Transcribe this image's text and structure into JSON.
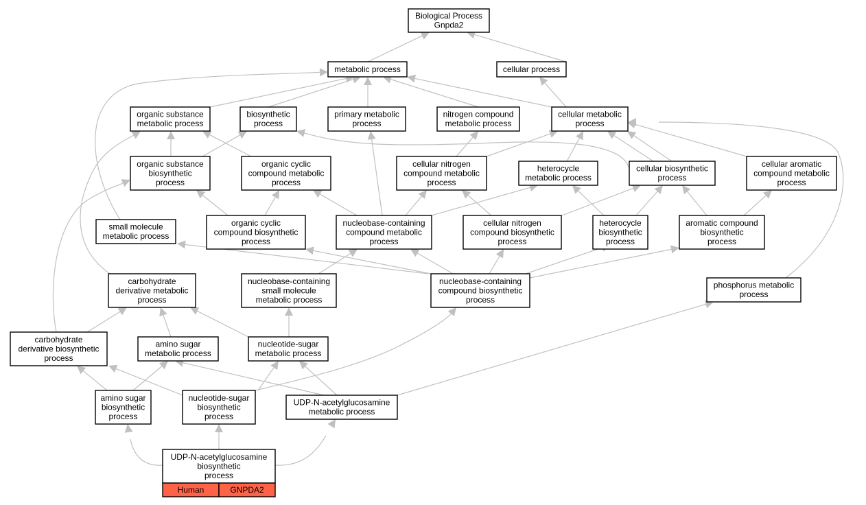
{
  "colors": {
    "edge": "#c0c0c0",
    "node_border": "#000000",
    "highlight": "#ff6347"
  },
  "nodes": {
    "root": [
      "Biological Process",
      "Gnpda2"
    ],
    "metabolic": [
      "metabolic process"
    ],
    "cellular": [
      "cellular process"
    ],
    "organic_substance_metabolic": [
      "organic substance",
      "metabolic process"
    ],
    "biosynthetic": [
      "biosynthetic",
      "process"
    ],
    "primary_metabolic": [
      "primary metabolic",
      "process"
    ],
    "nitrogen_compound_metabolic": [
      "nitrogen compound",
      "metabolic process"
    ],
    "cellular_metabolic": [
      "cellular metabolic",
      "process"
    ],
    "organic_substance_biosynthetic": [
      "organic substance",
      "biosynthetic",
      "process"
    ],
    "organic_cyclic_metabolic": [
      "organic cyclic",
      "compound metabolic",
      "process"
    ],
    "cellular_nitrogen_metabolic": [
      "cellular nitrogen",
      "compound metabolic",
      "process"
    ],
    "heterocycle_metabolic": [
      "heterocycle",
      "metabolic process"
    ],
    "cellular_biosynthetic": [
      "cellular biosynthetic",
      "process"
    ],
    "cellular_aromatic_metabolic": [
      "cellular aromatic",
      "compound metabolic",
      "process"
    ],
    "small_molecule_metabolic": [
      "small molecule",
      "metabolic process"
    ],
    "organic_cyclic_biosynthetic": [
      "organic cyclic",
      "compound biosynthetic",
      "process"
    ],
    "nucleobase_metabolic": [
      "nucleobase-containing",
      "compound metabolic",
      "process"
    ],
    "cellular_nitrogen_biosynthetic": [
      "cellular nitrogen",
      "compound biosynthetic",
      "process"
    ],
    "heterocycle_biosynthetic": [
      "heterocycle",
      "biosynthetic",
      "process"
    ],
    "aromatic_biosynthetic": [
      "aromatic compound",
      "biosynthetic",
      "process"
    ],
    "carb_derivative_metabolic": [
      "carbohydrate",
      "derivative metabolic",
      "process"
    ],
    "nucleobase_small_molecule": [
      "nucleobase-containing",
      "small molecule",
      "metabolic process"
    ],
    "nucleobase_biosynthetic": [
      "nucleobase-containing",
      "compound biosynthetic",
      "process"
    ],
    "phosphorus_metabolic": [
      "phosphorus metabolic",
      "process"
    ],
    "carb_derivative_biosynthetic": [
      "carbohydrate",
      "derivative biosynthetic",
      "process"
    ],
    "amino_sugar_metabolic": [
      "amino sugar",
      "metabolic process"
    ],
    "nucleotide_sugar_metabolic": [
      "nucleotide-sugar",
      "metabolic process"
    ],
    "amino_sugar_biosynthetic": [
      "amino sugar",
      "biosynthetic",
      "process"
    ],
    "nucleotide_sugar_biosynthetic": [
      "nucleotide-sugar",
      "biosynthetic",
      "process"
    ],
    "udp_metabolic": [
      "UDP-N-acetylglucosamine",
      "metabolic process"
    ],
    "udp_biosynthetic": [
      "UDP-N-acetylglucosamine",
      "biosynthetic",
      "process"
    ]
  },
  "legend": {
    "species": "Human",
    "gene": "GNPDA2"
  }
}
